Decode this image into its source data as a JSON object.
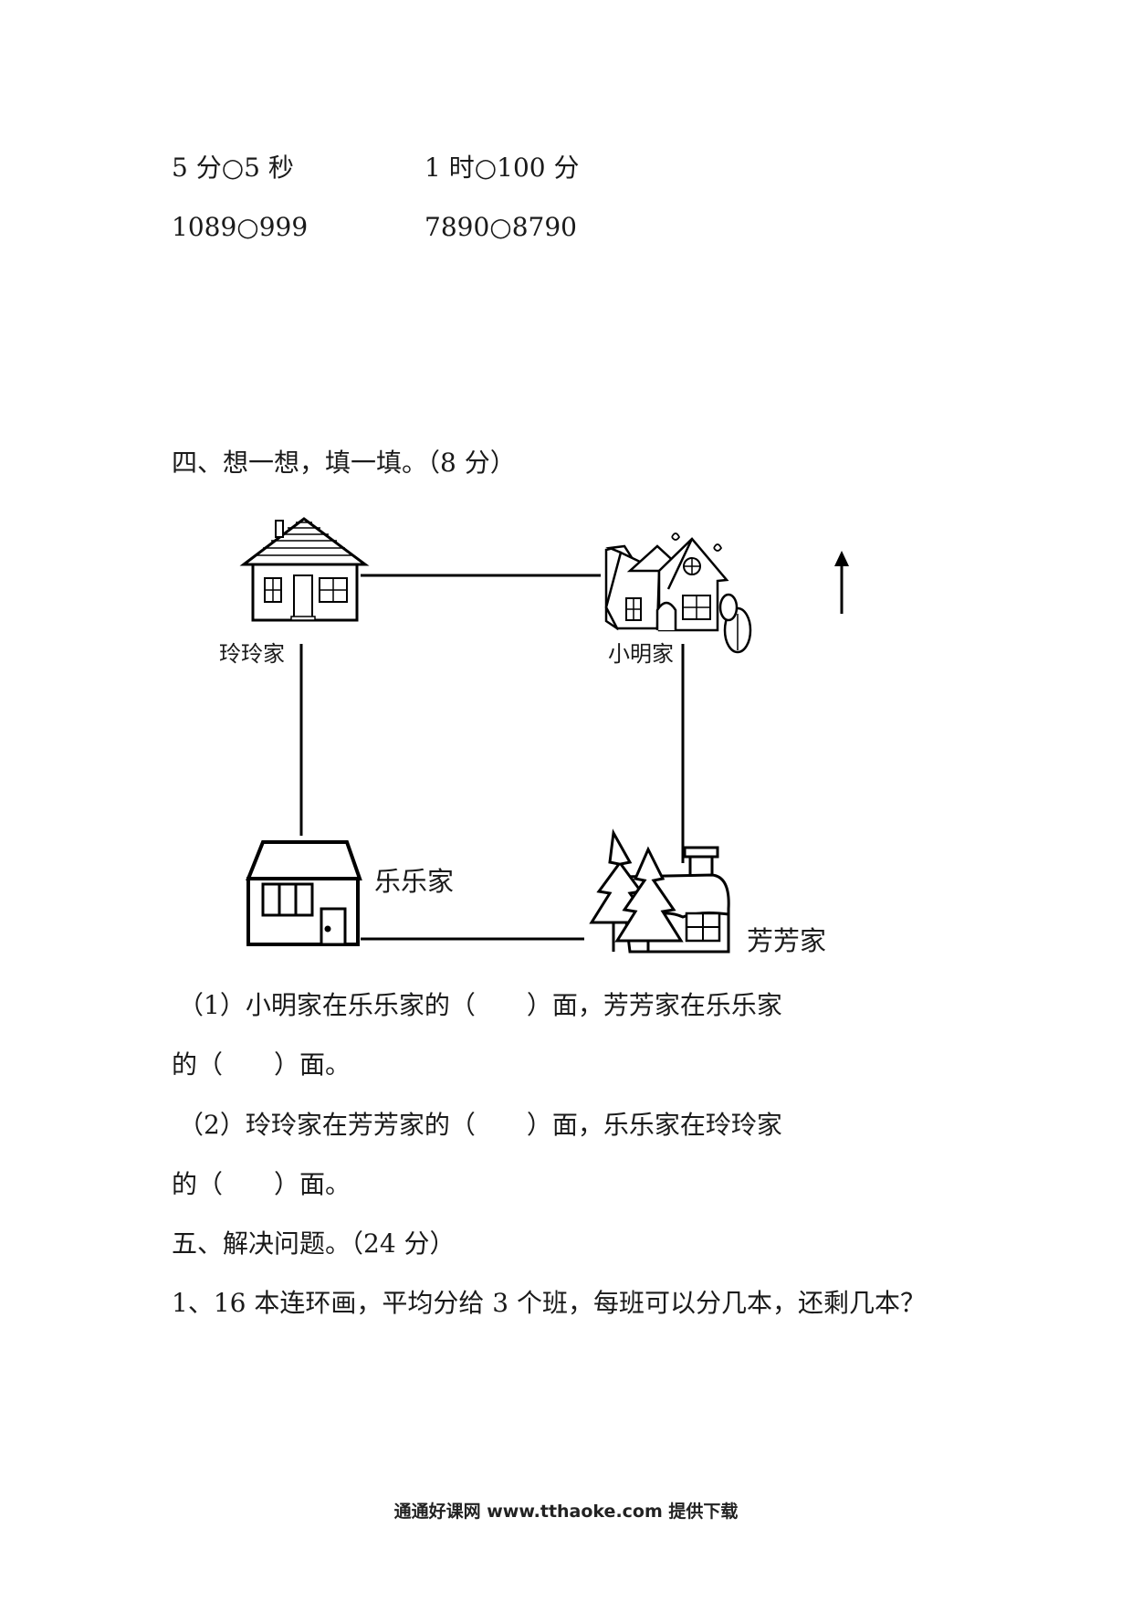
{
  "compare": {
    "r1c1": "5 分○5 秒",
    "r1c2": "1 时○100 分",
    "r2c1": "1089○999",
    "r2c2": "7890○8790"
  },
  "section4": {
    "title": "四、想一想，填一填。（8 分）",
    "map": {
      "lingling": "玲玲家",
      "xiaoming": "小明家",
      "lele": "乐乐家",
      "fangfang": "芳芳家"
    },
    "q1_line1": "（1）小明家在乐乐家的（　　）面，芳芳家在乐乐家",
    "q1_line2": "的（　　）面。",
    "q2_line1": "（2）玲玲家在芳芳家的（　　）面，乐乐家在玲玲家",
    "q2_line2": "的（　　）面。"
  },
  "section5": {
    "title": "五、解决问题。（24 分）",
    "q1": "1、16 本连环画，平均分给 3 个班，每班可以分几本，还剩几本？"
  },
  "footer": "通通好课网  www.tthaoke.com  提供下载"
}
